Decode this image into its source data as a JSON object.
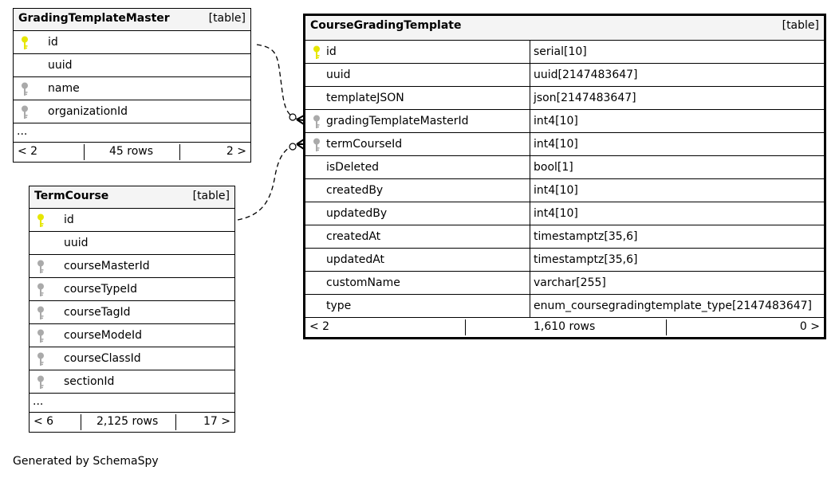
{
  "tables": {
    "grading_template_master": {
      "name": "GradingTemplateMaster",
      "tag": "[table]",
      "columns": [
        {
          "name": "id",
          "key": "primary"
        },
        {
          "name": "uuid",
          "key": "none"
        },
        {
          "name": "name",
          "key": "foreign"
        },
        {
          "name": "organizationId",
          "key": "foreign"
        }
      ],
      "ellipsis": "...",
      "footer": {
        "left": "< 2",
        "center": "45 rows",
        "right": "2 >"
      }
    },
    "term_course": {
      "name": "TermCourse",
      "tag": "[table]",
      "columns": [
        {
          "name": "id",
          "key": "primary"
        },
        {
          "name": "uuid",
          "key": "none"
        },
        {
          "name": "courseMasterId",
          "key": "foreign"
        },
        {
          "name": "courseTypeId",
          "key": "foreign"
        },
        {
          "name": "courseTagId",
          "key": "foreign"
        },
        {
          "name": "courseModeId",
          "key": "foreign"
        },
        {
          "name": "courseClassId",
          "key": "foreign"
        },
        {
          "name": "sectionId",
          "key": "foreign"
        }
      ],
      "ellipsis": "...",
      "footer": {
        "left": "< 6",
        "center": "2,125 rows",
        "right": "17 >"
      }
    },
    "course_grading_template": {
      "name": "CourseGradingTemplate",
      "tag": "[table]",
      "columns": [
        {
          "name": "id",
          "type": "serial[10]",
          "key": "primary"
        },
        {
          "name": "uuid",
          "type": "uuid[2147483647]",
          "key": "none"
        },
        {
          "name": "templateJSON",
          "type": "json[2147483647]",
          "key": "none"
        },
        {
          "name": "gradingTemplateMasterId",
          "type": "int4[10]",
          "key": "foreign"
        },
        {
          "name": "termCourseId",
          "type": "int4[10]",
          "key": "foreign"
        },
        {
          "name": "isDeleted",
          "type": "bool[1]",
          "key": "none"
        },
        {
          "name": "createdBy",
          "type": "int4[10]",
          "key": "none"
        },
        {
          "name": "updatedBy",
          "type": "int4[10]",
          "key": "none"
        },
        {
          "name": "createdAt",
          "type": "timestamptz[35,6]",
          "key": "none"
        },
        {
          "name": "updatedAt",
          "type": "timestamptz[35,6]",
          "key": "none"
        },
        {
          "name": "customName",
          "type": "varchar[255]",
          "key": "none"
        },
        {
          "name": "type",
          "type": "enum_coursegradingtemplate_type[2147483647]",
          "key": "none"
        }
      ],
      "footer": {
        "left": "< 2",
        "center": "1,610 rows",
        "right": "0 >"
      }
    }
  },
  "colors": {
    "primary_key": "#e6e600",
    "foreign_key": "#aaaaaa",
    "header_bg": "#f4f4f4"
  },
  "caption": "Generated by SchemaSpy"
}
